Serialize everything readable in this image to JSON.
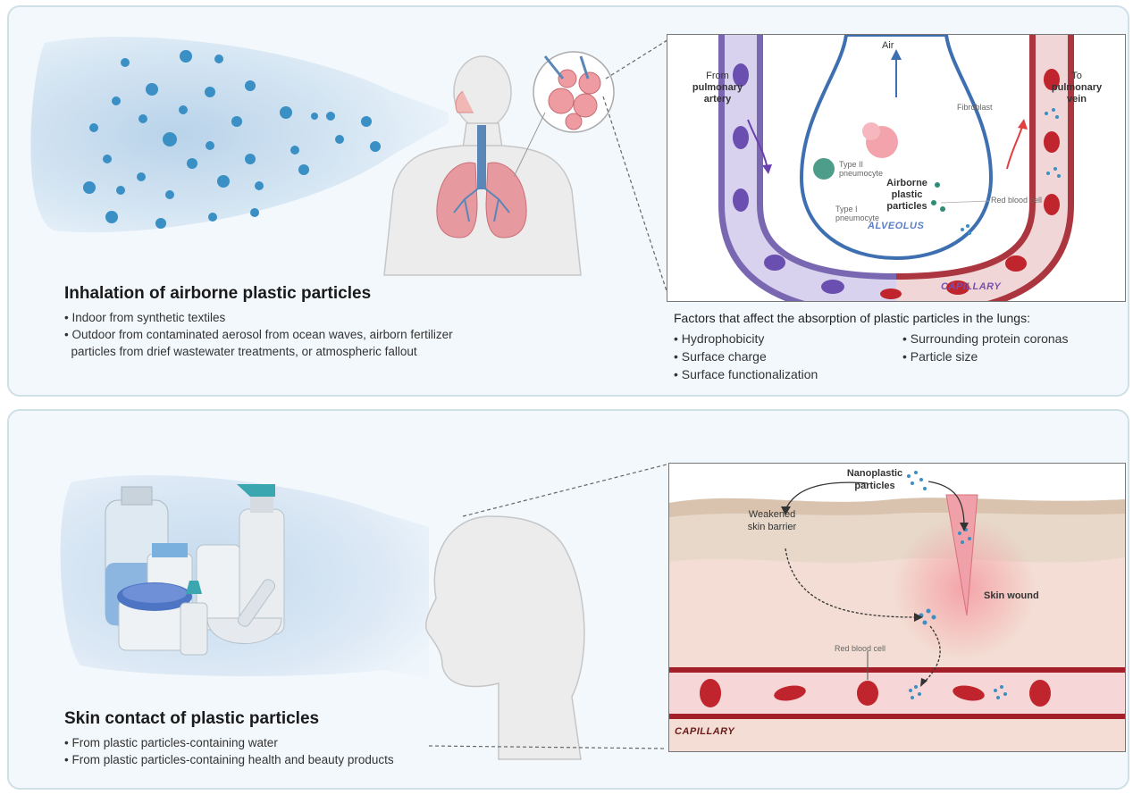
{
  "inhalation": {
    "title": "Inhalation of airborne plastic particles",
    "bullets": [
      "• Indoor from synthetic textiles",
      "• Outdoor from contaminated aerosol from ocean waves, airborn fertilizer",
      "  particles from drief wastewater treatments, or atmospheric fallout"
    ],
    "lung_diagram": {
      "air": "Air",
      "from_1": "From",
      "from_2": "pulmonary",
      "from_3": "artery",
      "to_1": "To",
      "to_2": "pulmonary",
      "to_3": "vein",
      "fibroblast": "Fibroblast",
      "type2_1": "Type II",
      "type2_2": "pneumocyte",
      "type1_1": "Type I",
      "type1_2": "pneumocyte",
      "airborne_1": "Airborne",
      "airborne_2": "plastic",
      "airborne_3": "particles",
      "rbc": "Red blood cell",
      "alveolus": "ALVEOLUS",
      "capillary": "CAPILLARY"
    },
    "factors_title": "Factors that affect the absorption of plastic particles in the lungs:",
    "factors_left": [
      "• Hydrophobicity",
      "• Surface charge",
      "• Surface functionalization"
    ],
    "factors_right": [
      "• Surrounding protein coronas",
      "• Particle size"
    ]
  },
  "skin": {
    "title": "Skin contact of plastic particles",
    "bullets": [
      "• From plastic particles-containing water",
      "• From plastic particles-containing health and beauty products"
    ],
    "skin_diagram": {
      "nano_1": "Nanoplastic",
      "nano_2": "particles",
      "weak_1": "Weakened",
      "weak_2": "skin barrier",
      "wound": "Skin wound",
      "rbc": "Red blood cell",
      "capillary": "CAPILLARY"
    }
  },
  "colors": {
    "panel_bg": "#f3f8fc",
    "panel_border": "#cfe0e6",
    "particle": "#2f8fbf",
    "vessel_artery": "#5b3f96",
    "vessel_vein": "#a3202a",
    "rbc": "#c0242c"
  }
}
